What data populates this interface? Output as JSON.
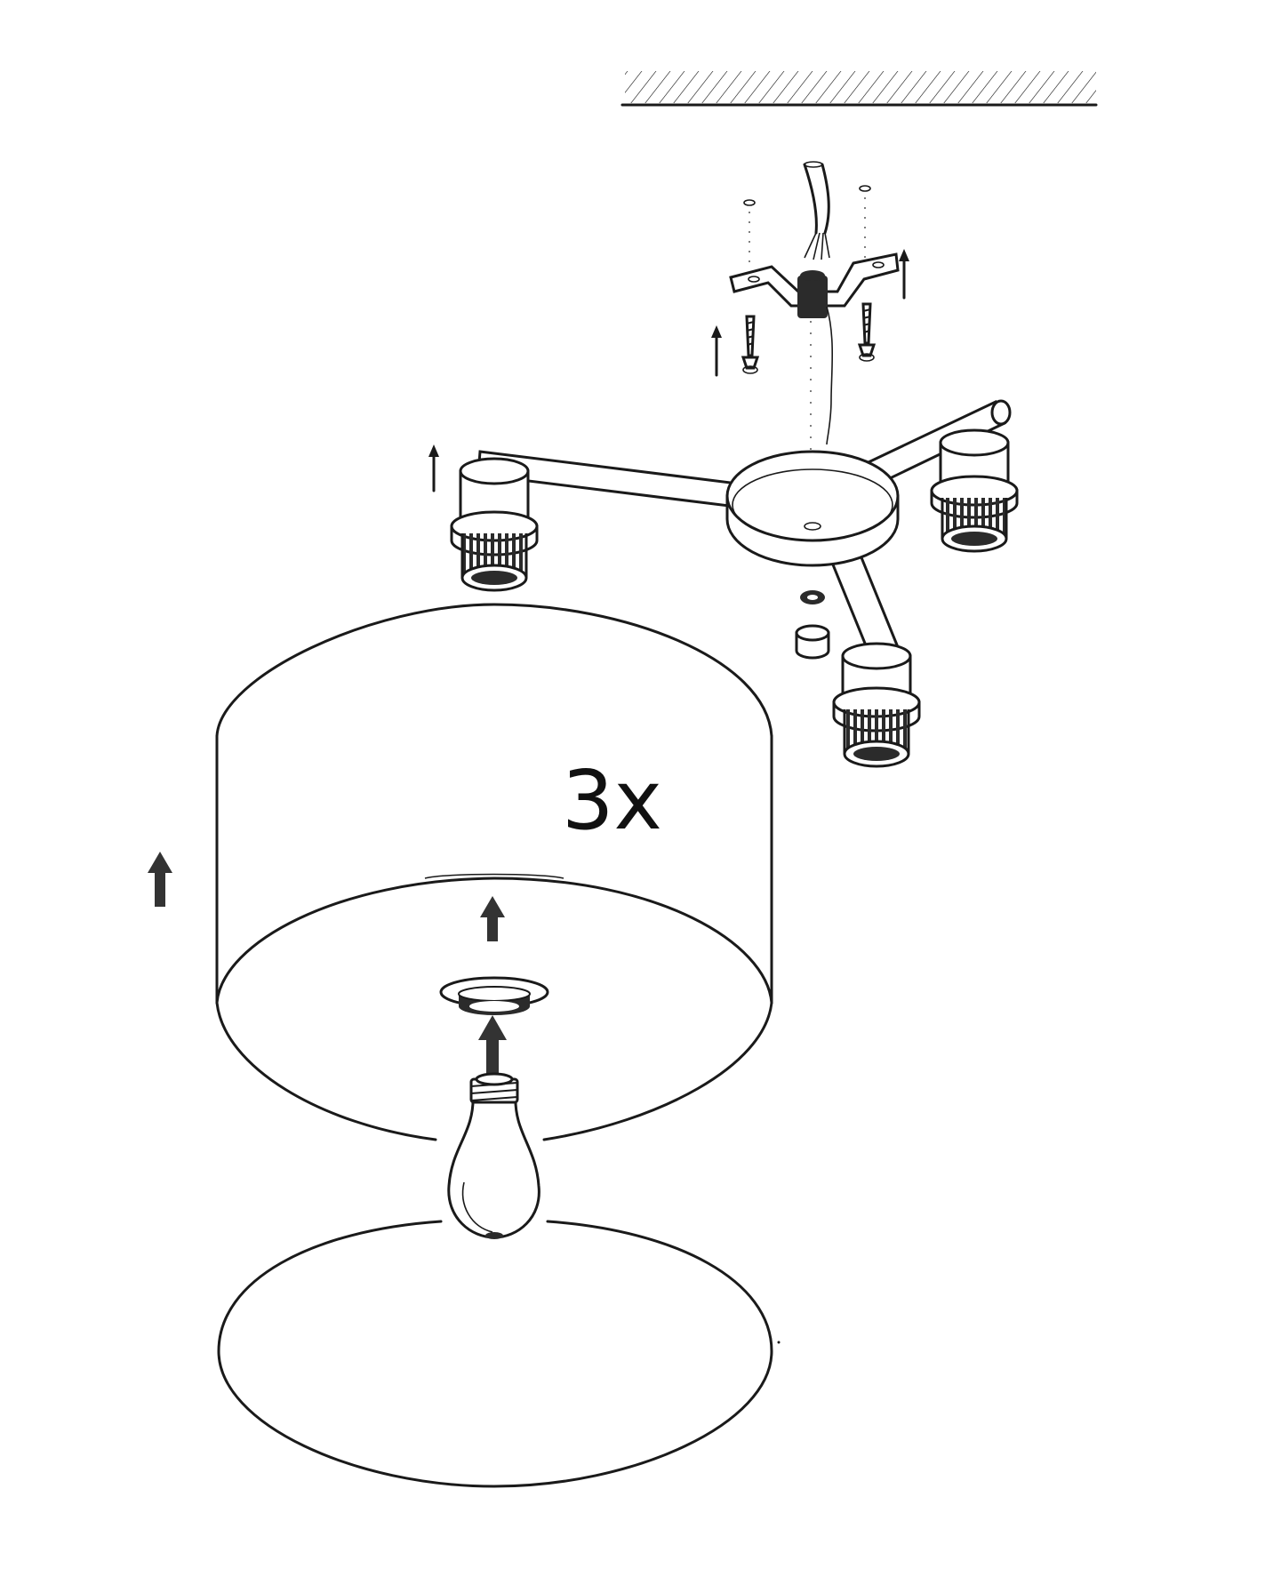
{
  "diagram": {
    "quantity_label": "3x",
    "colors": {
      "line": "#1a1a1a",
      "arrow": "#333333",
      "background": "#ffffff"
    },
    "parts": [
      "ceiling",
      "mounting-bracket",
      "screw",
      "power-cable",
      "canopy",
      "arm",
      "lamp-socket",
      "lamp-shade",
      "shade-ring",
      "light-bulb",
      "diffuser-disc",
      "upward-arrow-icon"
    ]
  }
}
